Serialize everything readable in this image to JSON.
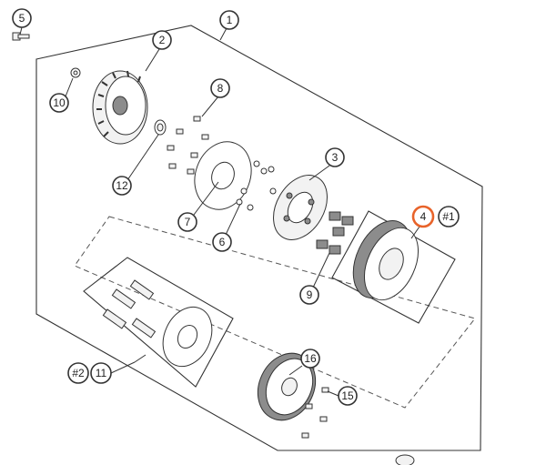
{
  "callouts": {
    "c1": "1",
    "c2": "2",
    "c3": "3",
    "c4": "4",
    "c5": "5",
    "c6": "6",
    "c7": "7",
    "c8": "8",
    "c9": "9",
    "c10": "10",
    "c11": "11",
    "c12": "12",
    "c15": "15",
    "c16": "16"
  },
  "kit_refs": {
    "r1": "#1",
    "r2": "#2"
  },
  "highlight_color": "#e8632a"
}
